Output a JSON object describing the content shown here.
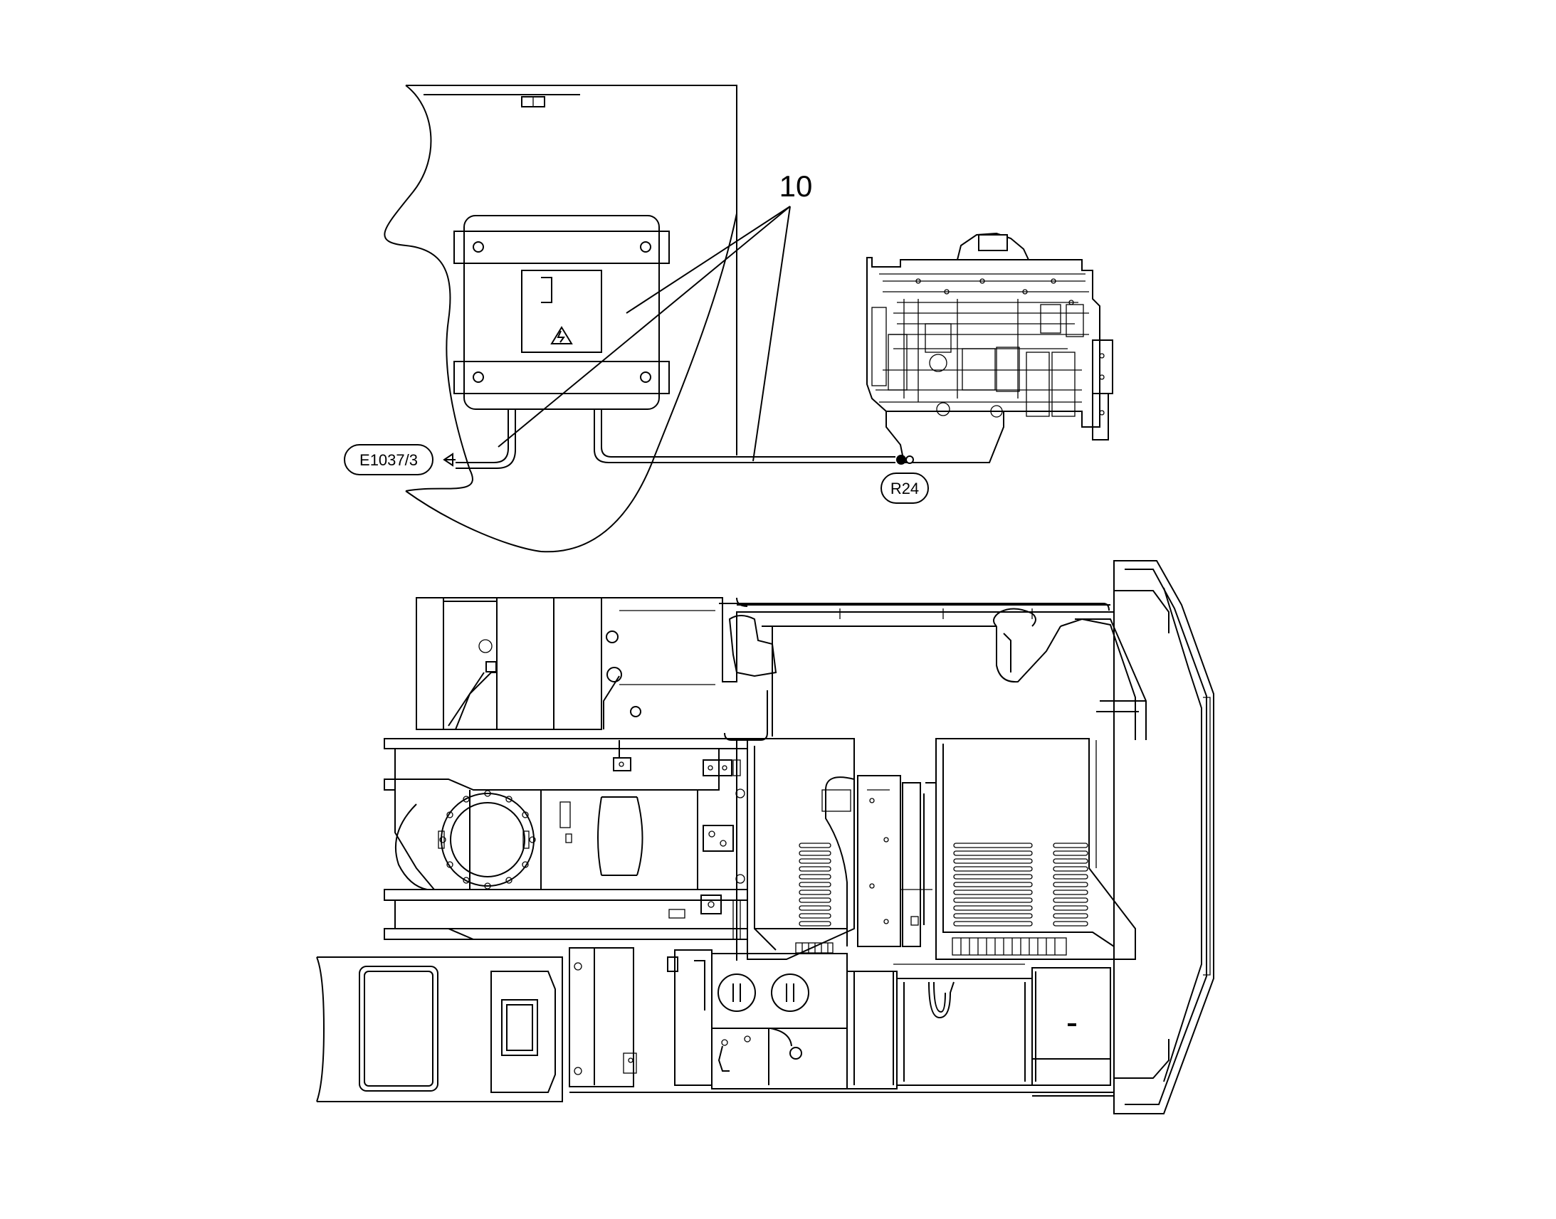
{
  "callouts": {
    "item_number": "10",
    "connector_left": "E1037/3",
    "connector_right": "R24"
  },
  "icons": {
    "hazard": "high-voltage-warning-icon",
    "arrow": "connector-arrow-icon"
  },
  "colors": {
    "line": "#000000",
    "background": "#ffffff"
  }
}
